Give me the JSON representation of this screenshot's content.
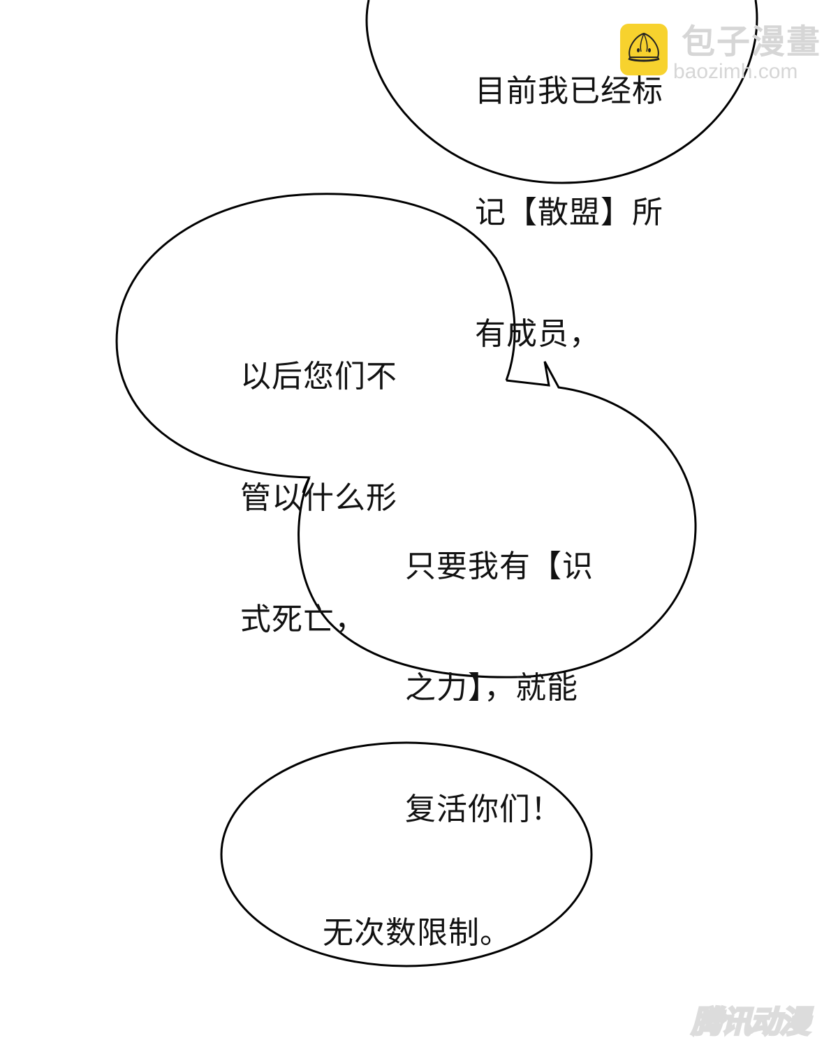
{
  "bubbles": [
    {
      "id": "bubble-1",
      "lines": [
        "目前我已经标",
        "记【散盟】所",
        "有成员，"
      ]
    },
    {
      "id": "bubble-2",
      "lines": [
        "以后您们不",
        "管以什么形",
        "式死亡，"
      ]
    },
    {
      "id": "bubble-3",
      "lines": [
        "只要我有【识",
        "之力】，就能",
        "复活你们！"
      ]
    },
    {
      "id": "bubble-4",
      "lines": [
        "无次数限制。"
      ]
    }
  ],
  "watermarks": {
    "site_title": "包子漫畫",
    "site_url": "baozimh.com",
    "publisher": "腾讯动漫",
    "badge_color": "#f7d22e",
    "watermark_color": "#d6d6d6"
  },
  "colors": {
    "background": "#ffffff",
    "outline": "#000000",
    "text": "#111111"
  }
}
